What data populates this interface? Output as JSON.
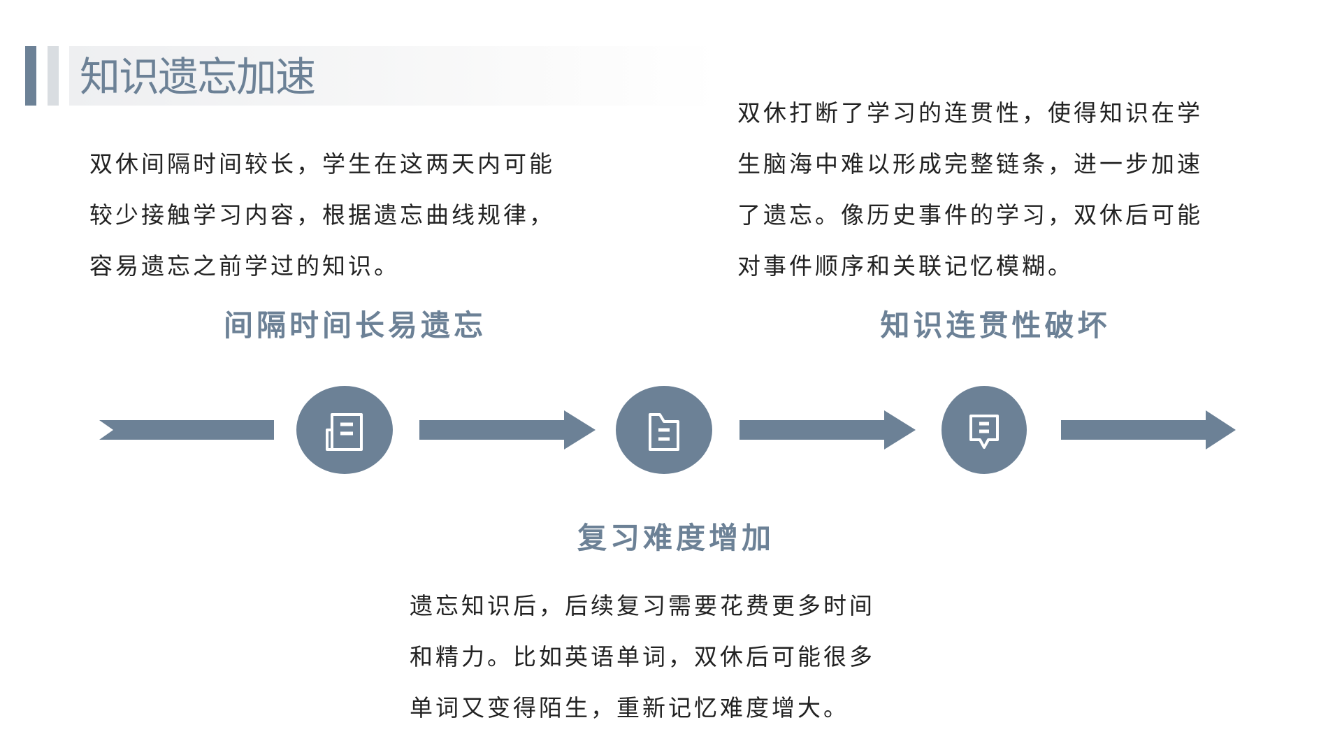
{
  "title": "知识遗忘加速",
  "points": [
    {
      "heading": "间隔时间长易遗忘",
      "lines": [
        "双休间隔时间较长，学生在这两天内可能",
        "较少接触学习内容，根据遗忘曲线规律，",
        "容易遗忘之前学过的知识。"
      ],
      "icon": "document-icon"
    },
    {
      "heading": "复习难度增加",
      "lines": [
        "遗忘知识后，后续复习需要花费更多时间",
        "和精力。比如英语单词，双休后可能很多",
        "单词又变得陌生，重新记忆难度增大。"
      ],
      "icon": "folder-icon"
    },
    {
      "heading": "知识连贯性破坏",
      "lines": [
        "双休打断了学习的连贯性，使得知识在学",
        "生脑海中难以形成完整链条，进一步加速",
        "了遗忘。像历史事件的学习，双休后可能",
        "对事件顺序和关联记忆模糊。"
      ],
      "icon": "message-icon"
    }
  ],
  "colors": {
    "accent": "#6c8196",
    "text": "#222222"
  }
}
